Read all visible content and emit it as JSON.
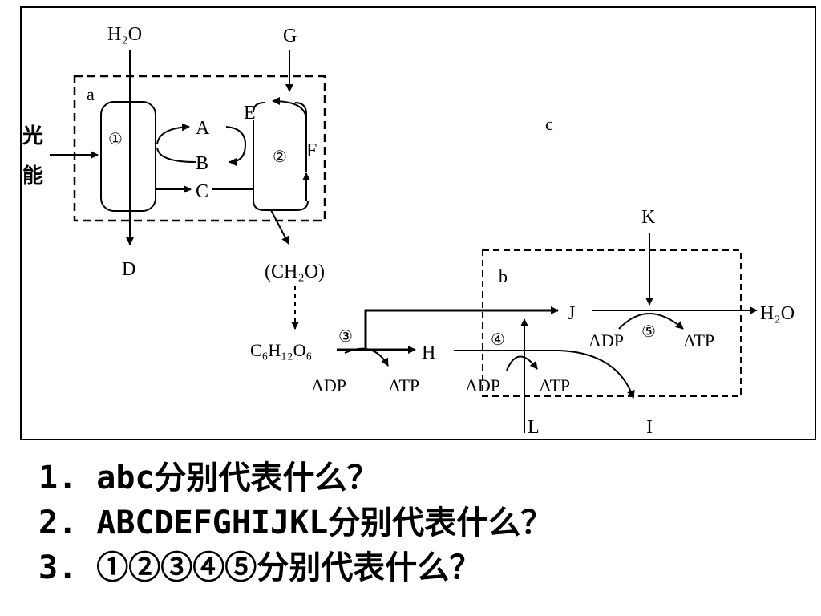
{
  "diagram": {
    "regions": {
      "a": "a",
      "b": "b",
      "c": "c"
    },
    "light_energy": [
      "光",
      "能"
    ],
    "labels": {
      "H2O_top": "H₂O",
      "G": "G",
      "A": "A",
      "B": "B",
      "C": "C",
      "D": "D",
      "E": "E",
      "F": "F",
      "CH2O": "(CH₂O)",
      "C6H12O6": "C₆H₁₂O₆",
      "H": "H",
      "I": "I",
      "J": "J",
      "K": "K",
      "L": "L",
      "H2O_right": "H₂O",
      "ADP_3": "ADP",
      "ATP_3": "ATP",
      "ADP_4": "ADP",
      "ATP_4": "ATP",
      "ADP_5": "ADP",
      "ATP_5": "ATP"
    },
    "processes": {
      "p1": "①",
      "p2": "②",
      "p3": "③",
      "p4": "④",
      "p5": "⑤"
    }
  },
  "questions": [
    "1. abc分别代表什么？",
    "2. ABCDEFGHIJKL分别代表什么？",
    "3.  ①②③④⑤分别代表什么？"
  ]
}
